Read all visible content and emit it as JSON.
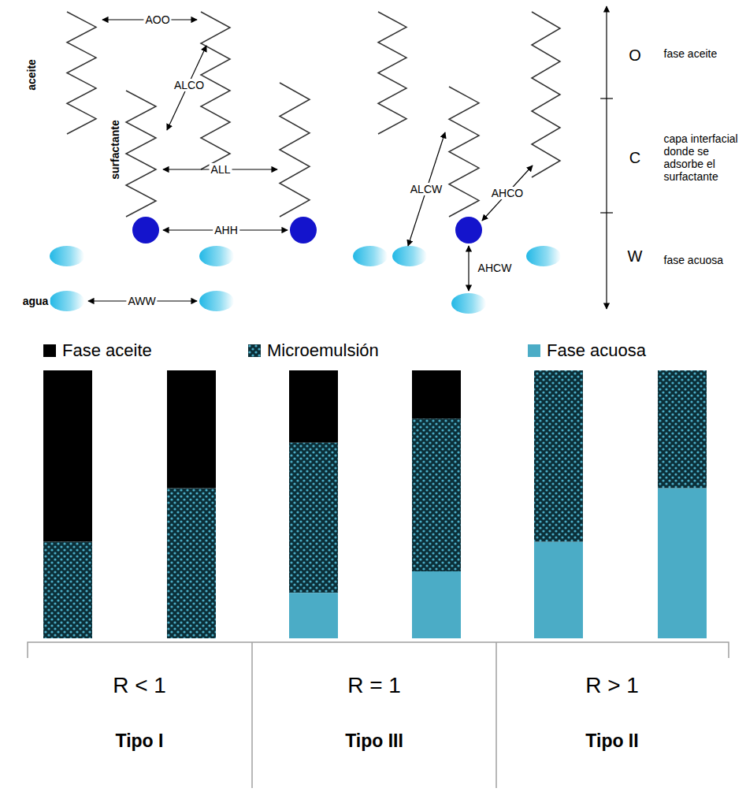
{
  "diagram": {
    "labels": [
      "aceite",
      "surfactante",
      "agua",
      "AOO",
      "ALCO",
      "ALL",
      "AHH",
      "AWW",
      "ALCW",
      "AHCO",
      "AHCW",
      "O",
      "C",
      "W",
      "fase aceite",
      "capa interfacial donde se adsorbe el surfactante",
      "fase acuosa",
      "R < 1",
      "Tipo I",
      "R = 1",
      "Tipo III",
      "R > 1",
      "Tipo II"
    ],
    "legend": [
      {
        "text": "Fase aceite",
        "color": "#000000"
      },
      {
        "text": "Microemulsión"
      },
      {
        "text": "Fase acuosa",
        "color": "#4BACC6"
      }
    ]
  }
}
